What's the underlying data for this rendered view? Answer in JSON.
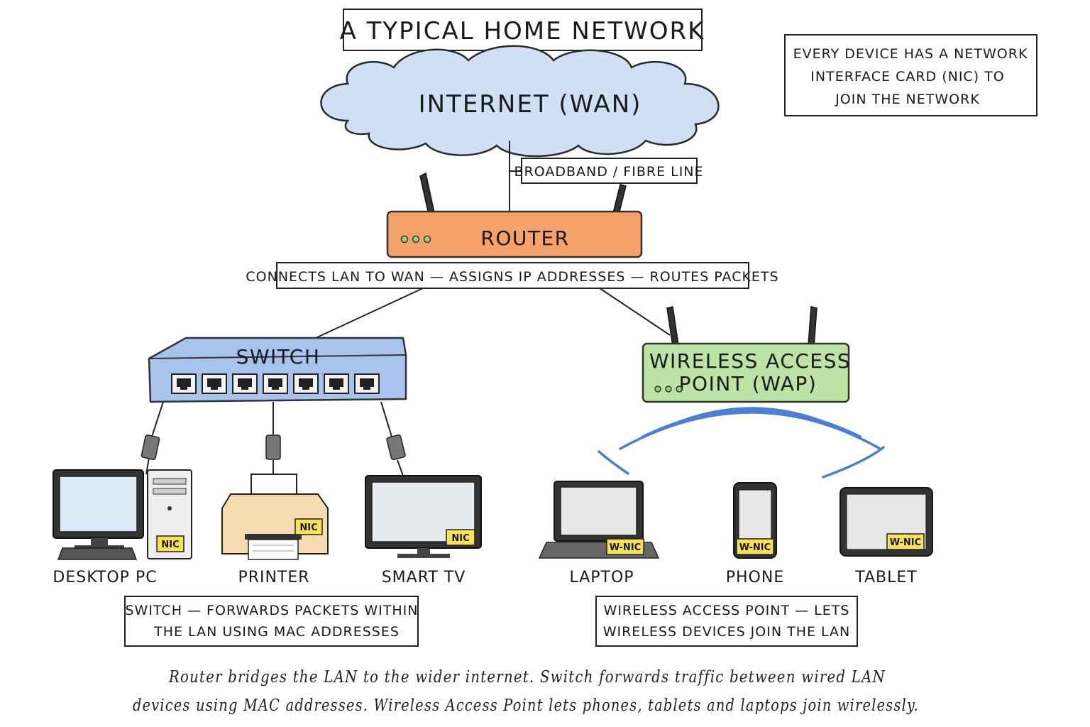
{
  "title": "A TYPICAL HOME NETWORK",
  "note": [
    "EVERY DEVICE HAS A NETWORK",
    "INTERFACE CARD (NIC) TO",
    "JOIN THE NETWORK"
  ],
  "internet": {
    "label": "INTERNET (WAN)",
    "color": "#cfe0f5"
  },
  "broadband_label": "BROADBAND / FIBRE LINE",
  "router": {
    "label": "ROUTER",
    "color": "#f4a26a",
    "caption": "CONNECTS LAN TO WAN — ASSIGNS IP ADDRESSES — ROUTES PACKETS"
  },
  "switch": {
    "label": "SWITCH",
    "color": "#a9c4ec",
    "note": [
      "SWITCH — FORWARDS PACKETS WITHIN",
      "THE LAN USING MAC ADDRESSES"
    ]
  },
  "wap": {
    "label": [
      "WIRELESS ACCESS",
      "POINT (WAP)"
    ],
    "color": "#bde3a6",
    "note": [
      "WIRELESS ACCESS POINT — LETS",
      "WIRELESS DEVICES JOIN THE LAN"
    ]
  },
  "wired_devices": [
    {
      "name": "DESKTOP PC",
      "badge": "NIC",
      "icon": "desktop-pc-icon"
    },
    {
      "name": "PRINTER",
      "badge": "NIC",
      "icon": "printer-icon"
    },
    {
      "name": "SMART TV",
      "badge": "NIC",
      "icon": "smart-tv-icon"
    }
  ],
  "wireless_devices": [
    {
      "name": "LAPTOP",
      "badge": "W-NIC",
      "icon": "laptop-icon"
    },
    {
      "name": "PHONE",
      "badge": "W-NIC",
      "icon": "phone-icon"
    },
    {
      "name": "TABLET",
      "badge": "W-NIC",
      "icon": "tablet-icon"
    }
  ],
  "badge_color": "#f7e15a",
  "wifi_color": "#4a7fd6",
  "footer": [
    "Router bridges the LAN to the wider internet. Switch forwards traffic between wired LAN",
    "devices using MAC addresses. Wireless Access Point lets phones, tablets and laptops join wirelessly."
  ]
}
